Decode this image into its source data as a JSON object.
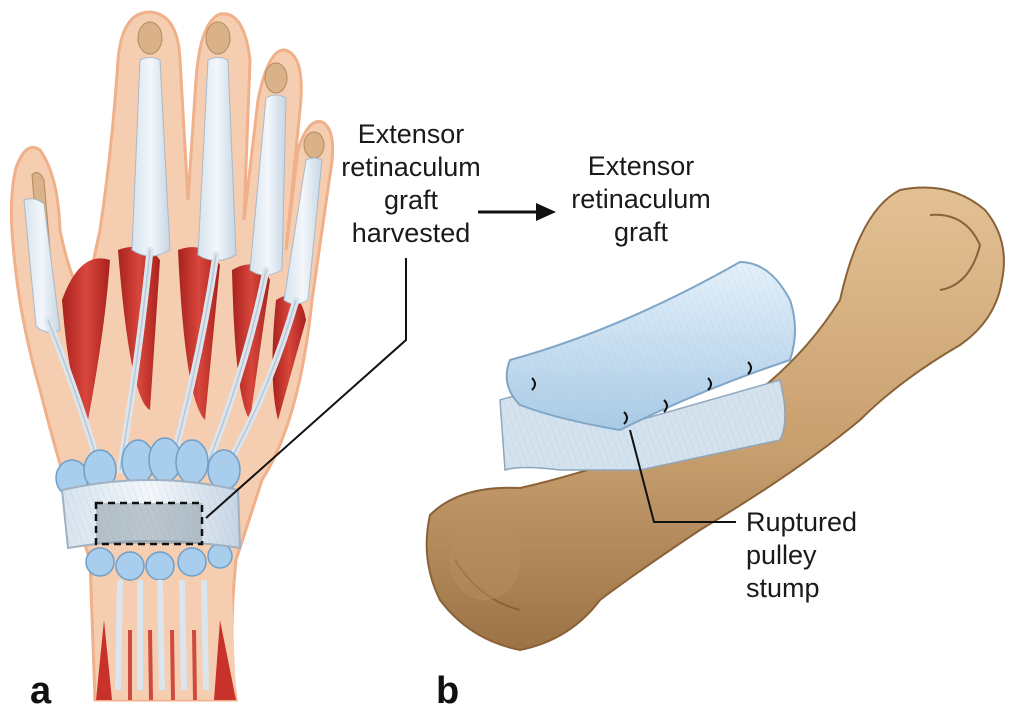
{
  "panels": [
    {
      "letter": "a"
    },
    {
      "letter": "b"
    }
  ],
  "labels": {
    "harvested": [
      "Extensor",
      "retinaculum",
      "graft",
      "harvested"
    ],
    "graft": [
      "Extensor",
      "retinaculum",
      "graft"
    ],
    "stump": [
      "Ruptured",
      "pulley",
      "stump"
    ]
  },
  "colors": {
    "skin": "#f3c6a3",
    "skin_edge": "#f0b08a",
    "muscle": "#c8322b",
    "tendon": "#e7eef6",
    "sheath_blue": "#b9d8f0",
    "bone": "#c9a070",
    "bone_shadow": "#9c7346",
    "graft": "#cfe4f4"
  },
  "icons": {
    "arrow": "right-arrow-icon"
  }
}
